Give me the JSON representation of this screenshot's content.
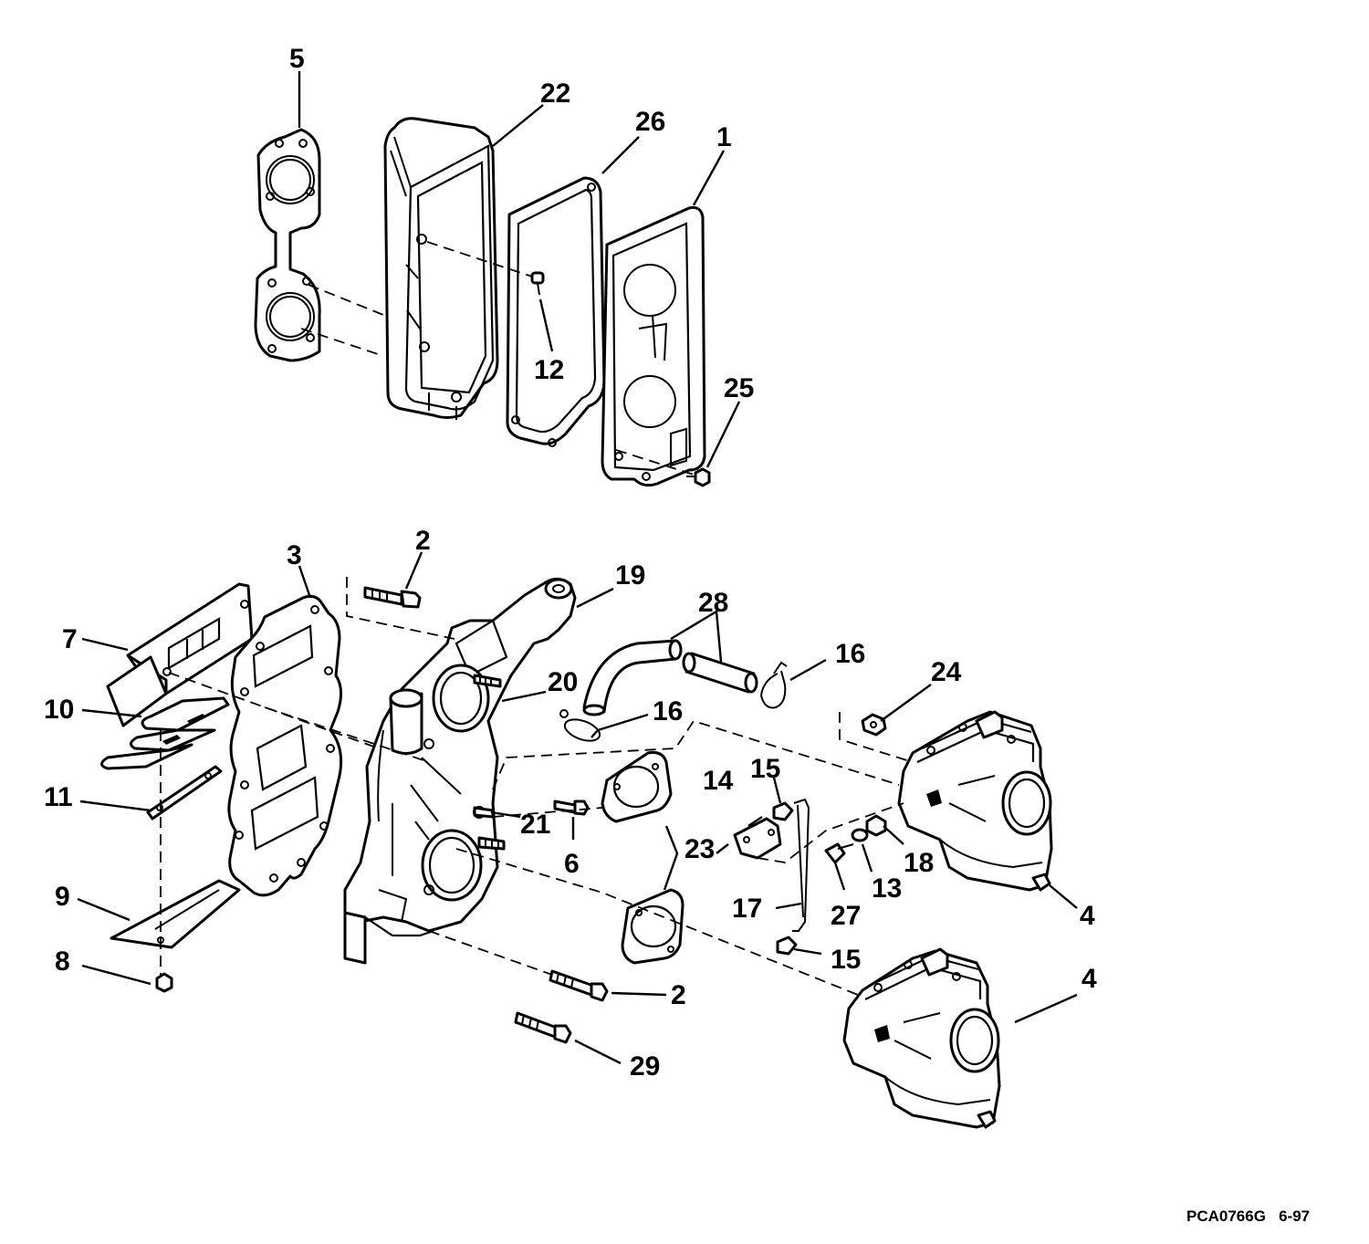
{
  "diagram": {
    "callouts": [
      {
        "id": "c5",
        "label": "5"
      },
      {
        "id": "c22",
        "label": "22"
      },
      {
        "id": "c26",
        "label": "26"
      },
      {
        "id": "c1",
        "label": "1"
      },
      {
        "id": "c12",
        "label": "12"
      },
      {
        "id": "c25",
        "label": "25"
      },
      {
        "id": "c3",
        "label": "3"
      },
      {
        "id": "c2a",
        "label": "2"
      },
      {
        "id": "c19",
        "label": "19"
      },
      {
        "id": "c28",
        "label": "28"
      },
      {
        "id": "c7",
        "label": "7"
      },
      {
        "id": "c16a",
        "label": "16"
      },
      {
        "id": "c24",
        "label": "24"
      },
      {
        "id": "c20",
        "label": "20"
      },
      {
        "id": "c10",
        "label": "10"
      },
      {
        "id": "c16b",
        "label": "16"
      },
      {
        "id": "c15a",
        "label": "15"
      },
      {
        "id": "c14",
        "label": "14"
      },
      {
        "id": "c11",
        "label": "11"
      },
      {
        "id": "c21",
        "label": "21"
      },
      {
        "id": "c6",
        "label": "6"
      },
      {
        "id": "c23",
        "label": "23"
      },
      {
        "id": "c18",
        "label": "18"
      },
      {
        "id": "c13",
        "label": "13"
      },
      {
        "id": "c9",
        "label": "9"
      },
      {
        "id": "c17",
        "label": "17"
      },
      {
        "id": "c27",
        "label": "27"
      },
      {
        "id": "c4a",
        "label": "4"
      },
      {
        "id": "c15b",
        "label": "15"
      },
      {
        "id": "c8",
        "label": "8"
      },
      {
        "id": "c4b",
        "label": "4"
      },
      {
        "id": "c2b",
        "label": "2"
      },
      {
        "id": "c29",
        "label": "29"
      }
    ],
    "drawing_code": "PCA0766G   6-97"
  }
}
